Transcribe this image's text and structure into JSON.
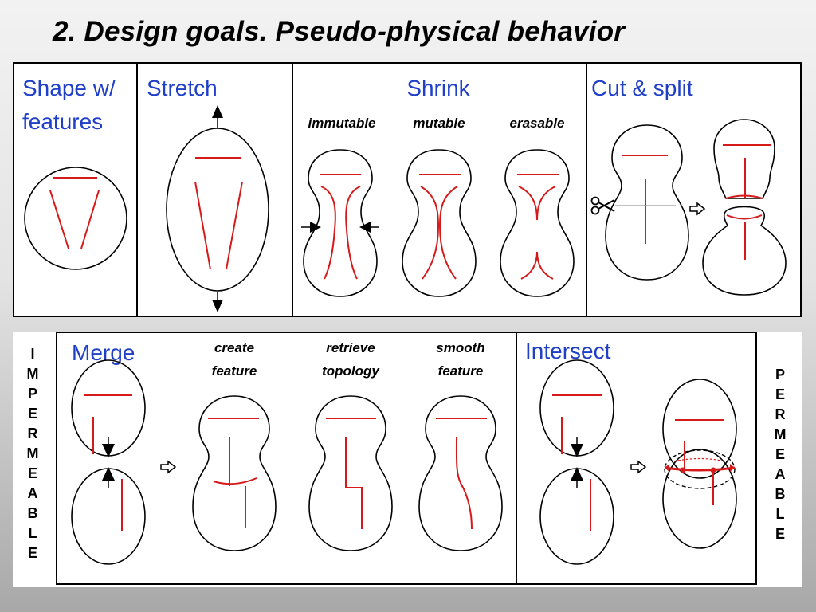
{
  "title": "2. Design goals. Pseudo-physical behavior",
  "top": {
    "shape_line1": "Shape w/",
    "shape_line2": "features",
    "stretch": "Stretch",
    "shrink": "Shrink",
    "immutable": "immutable",
    "mutable": "mutable",
    "erasable": "erasable",
    "cut_split": "Cut & split"
  },
  "bottom": {
    "merge": "Merge",
    "create_1": "create",
    "create_2": "feature",
    "retrieve_1": "retrieve",
    "retrieve_2": "topology",
    "smooth_1": "smooth",
    "smooth_2": "feature",
    "intersect": "Intersect",
    "impermeable": [
      "I",
      "M",
      "P",
      "E",
      "R",
      "M",
      "E",
      "A",
      "B",
      "L",
      "E"
    ],
    "permeable": [
      "P",
      "E",
      "R",
      "M",
      "E",
      "A",
      "B",
      "L",
      "E"
    ]
  },
  "colors": {
    "heading": "#1f3fc9",
    "feature": "#d61a1a",
    "outline": "#000000"
  },
  "icons": [
    "scissors-icon",
    "hollow-arrow-right-icon"
  ]
}
